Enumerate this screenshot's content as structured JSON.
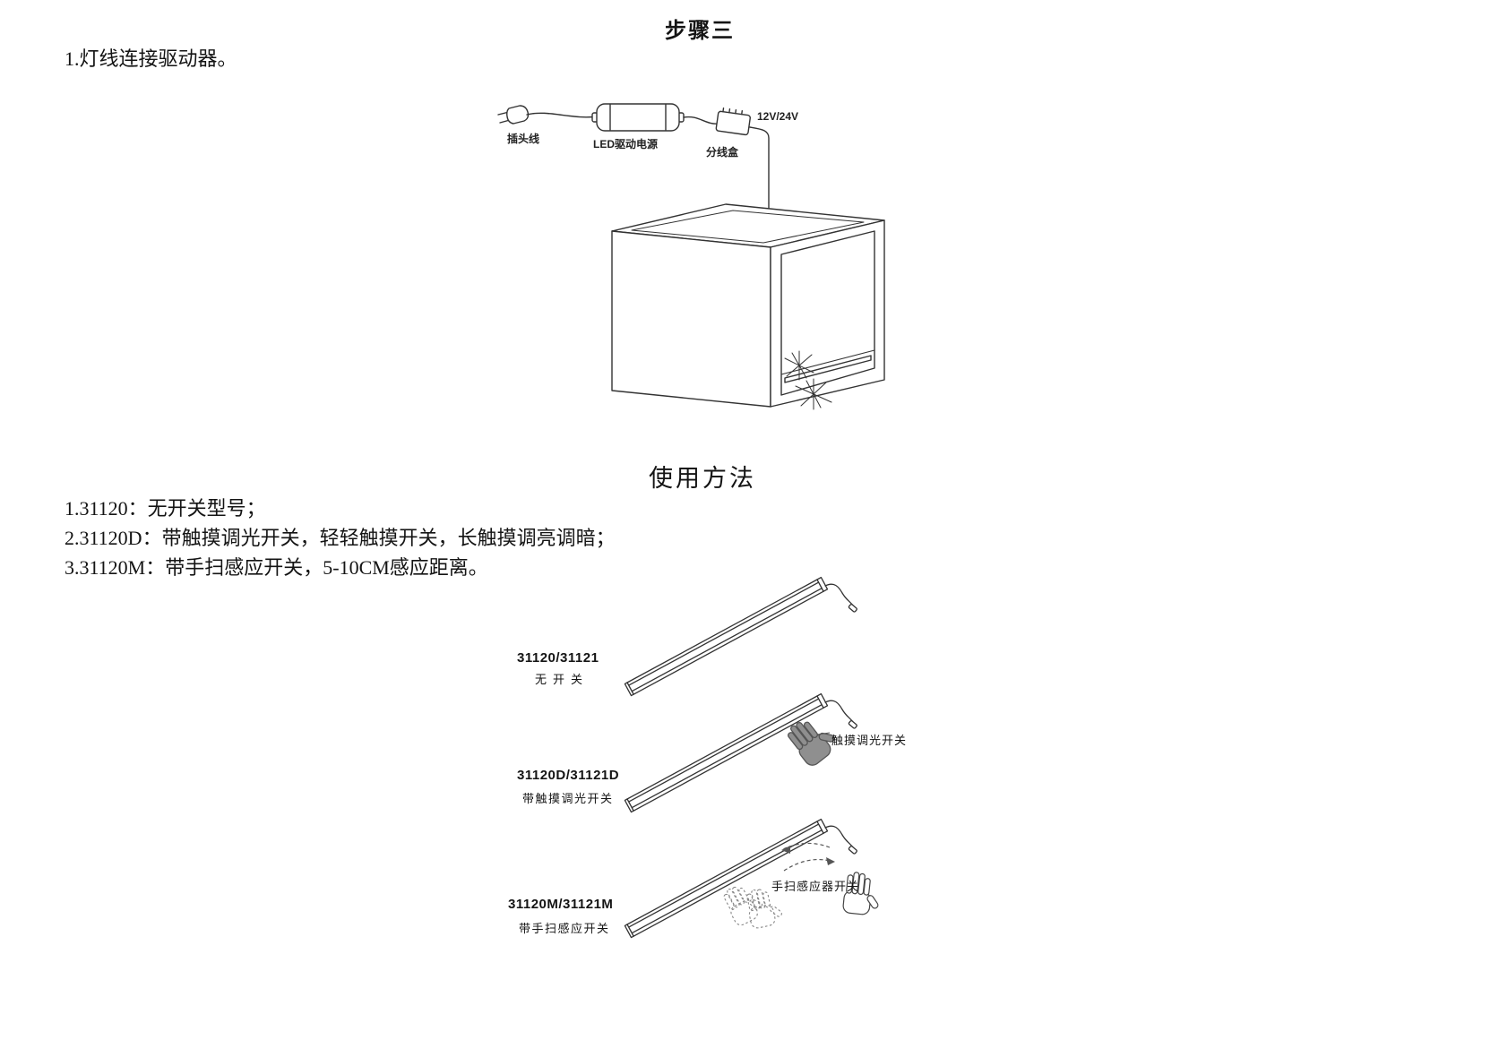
{
  "step3": {
    "title": "步骤三",
    "instruction": "1.灯线连接驱动器。",
    "wiring": {
      "plug_label": "插头线",
      "driver_label": "LED驱动电源",
      "splitter_label": "分线盒",
      "voltage_label": "12V/24V"
    }
  },
  "usage": {
    "title": "使用方法",
    "lines": [
      "1.31120：无开关型号；",
      "2.31120D：带触摸调光开关，轻轻触摸开关，长触摸调亮调暗；",
      "3.31120M：带手扫感应开关，5-10CM感应距离。"
    ],
    "models": [
      {
        "code": "31120/31121",
        "desc": "无开关"
      },
      {
        "code": "31120D/31121D",
        "desc": "带触摸调光开关",
        "callout": "触摸调光开关"
      },
      {
        "code": "31120M/31121M",
        "desc": "带手扫感应开关",
        "callout": "手扫感应器开关"
      }
    ]
  }
}
